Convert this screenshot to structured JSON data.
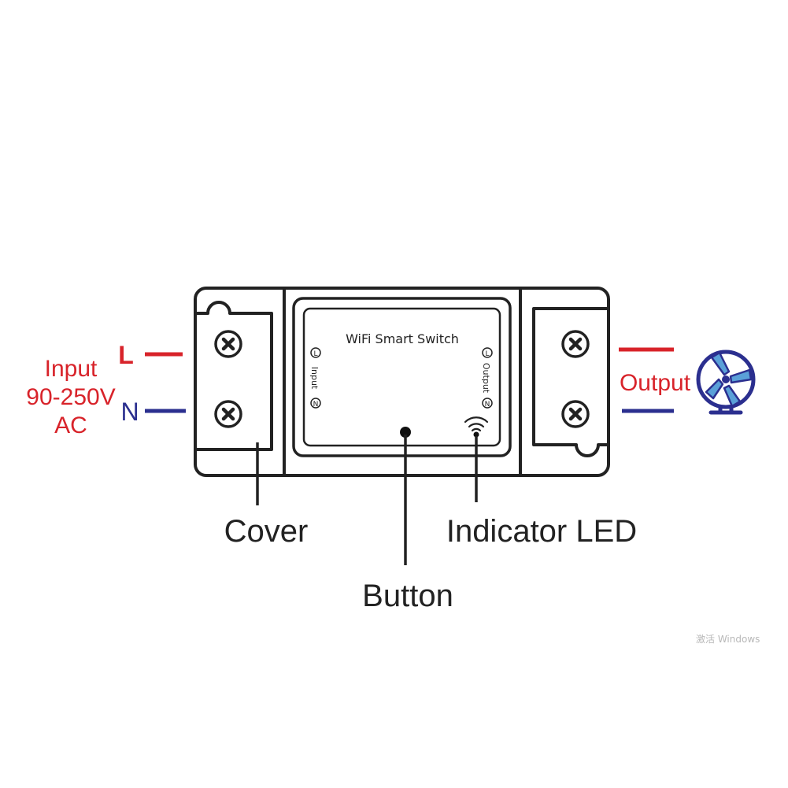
{
  "device": {
    "title": "WiFi Smart Switch",
    "input_side_label": "Input",
    "output_side_label": "Output",
    "terminal_live": "L",
    "terminal_neutral": "N"
  },
  "input": {
    "live_label": "L",
    "neutral_label": "N",
    "line1": "Input",
    "line2": "90-250V",
    "line3": "AC"
  },
  "output": {
    "label": "Output"
  },
  "callouts": {
    "cover": "Cover",
    "button": "Button",
    "indicator": "Indicator LED"
  },
  "watermark": {
    "text": "激活 Windows"
  },
  "colors": {
    "live": "#d8232a",
    "neutral": "#2b2f8f",
    "outline": "#222222",
    "fan": "#2b2f8f",
    "fan_blade": "#5aa0d8"
  },
  "icons": {
    "terminal_screw": "screw-x-icon",
    "fan": "fan-icon",
    "wifi": "wifi-icon"
  }
}
